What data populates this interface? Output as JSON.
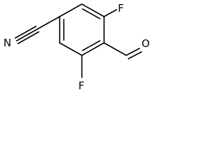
{
  "molecule": {
    "atoms": {
      "nitrile_n": "N",
      "fluorine_top": "F",
      "fluorine_bottom": "F",
      "aldehyde_o": "O"
    }
  }
}
